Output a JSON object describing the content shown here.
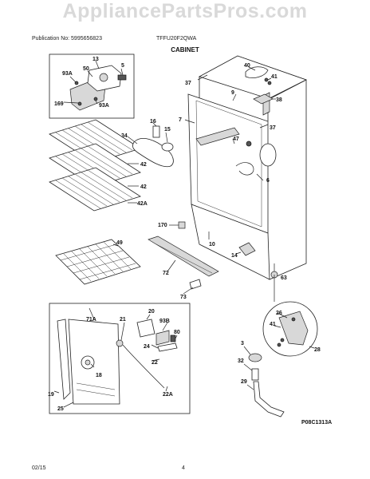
{
  "watermark": "AppliancePartsPros.com",
  "header": {
    "publication": "Publication No: 5995656823",
    "model": "TFFU20F2QWA"
  },
  "title": "CABINET",
  "figure_code": "P08C1313A",
  "footer": {
    "date": "02/15",
    "page": "4"
  },
  "callouts": [
    "13",
    "50",
    "5",
    "93A",
    "169",
    "93A",
    "40",
    "41",
    "37",
    "9",
    "38",
    "7",
    "37",
    "16",
    "15",
    "34",
    "47",
    "42",
    "42",
    "42A",
    "6",
    "170",
    "10",
    "49",
    "14",
    "72",
    "63",
    "73",
    "20",
    "71A",
    "21",
    "93B",
    "80",
    "24",
    "22",
    "22A",
    "18",
    "19",
    "25",
    "26",
    "41",
    "28",
    "3",
    "32",
    "29"
  ]
}
